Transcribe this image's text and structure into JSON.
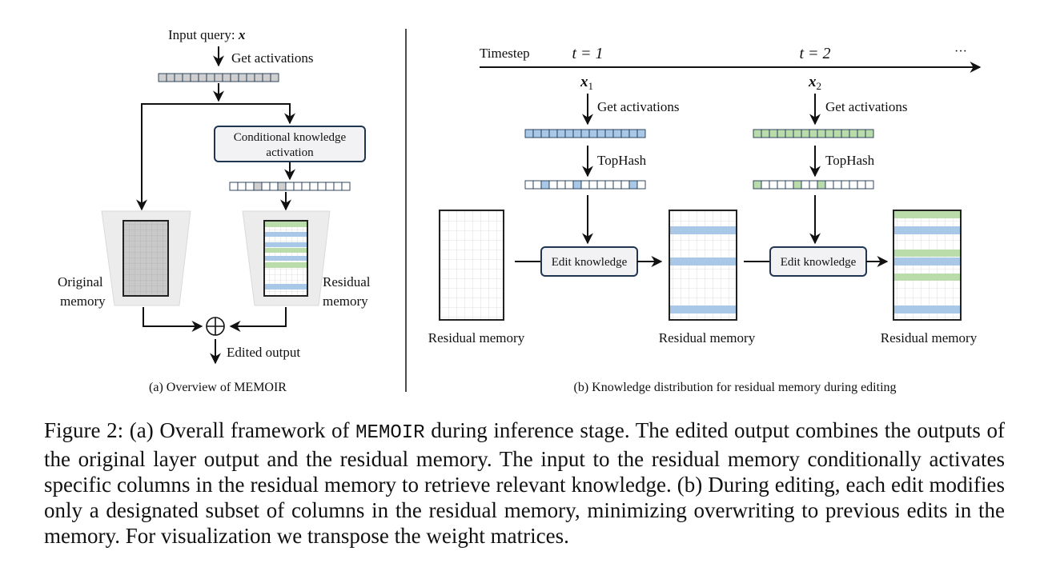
{
  "panel_a": {
    "input_query_label": "Input query: ",
    "input_query_var": "x",
    "get_activations": "Get activations",
    "cka_line1": "Conditional knowledge",
    "cka_line2": "activation",
    "original_memory_line1": "Original",
    "original_memory_line2": "memory",
    "residual_memory_line1": "Residual",
    "residual_memory_line2": "memory",
    "combine_symbol": "⊕",
    "edited_output": "Edited output",
    "subcaption": "(a) Overview of MEMOIR"
  },
  "panel_b": {
    "timestep_label": "Timestep",
    "t1_label": "t = 1",
    "t2_label": "t = 2",
    "ellipsis": "···",
    "x1_var": "x",
    "x1_sub": "1",
    "x2_var": "x",
    "x2_sub": "2",
    "get_activations_1": "Get activations",
    "get_activations_2": "Get activations",
    "tophash_1": "TopHash",
    "tophash_2": "TopHash",
    "edit_knowledge_1": "Edit knowledge",
    "edit_knowledge_2": "Edit knowledge",
    "residual_memory_1": "Residual memory",
    "residual_memory_2": "Residual memory",
    "residual_memory_3": "Residual memory",
    "subcaption": "(b) Knowledge distribution for residual memory during editing"
  },
  "colors": {
    "blue": "#a9c8e8",
    "green": "#b9dcaa",
    "gray_cell": "#cfcfcf",
    "box_border": "#1f3552",
    "box_fill": "#f2f2f4",
    "trapezoid": "#ececec"
  },
  "caption": {
    "part1": "Figure 2: (a) Overall framework of ",
    "method": "MEMOIR",
    "part2": " during inference stage. The edited output combines the outputs of the original layer output and the residual memory. The input to the residual memory conditionally activates specific columns in the residual memory to retrieve relevant knowledge. (b) During editing, each edit modifies only a designated subset of columns in the residual memory, minimizing overwriting to previous edits in the memory. For visualization we transpose the weight matrices."
  }
}
